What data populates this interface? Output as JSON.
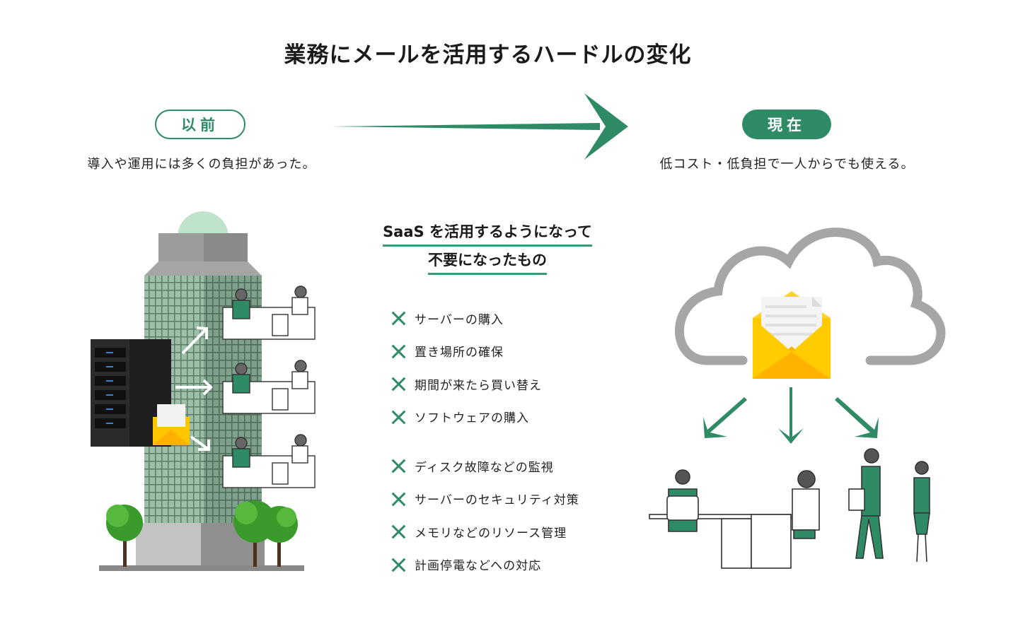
{
  "title": "業務にメールを活用するハードルの変化",
  "before": {
    "label": "以前",
    "caption": "導入や運用には多くの負担があった。"
  },
  "now": {
    "label": "現在",
    "caption": "低コスト・低負担で一人からでも使える。"
  },
  "saas_heading": {
    "line1": "SaaS を活用するようになって",
    "line2": "不要になったもの"
  },
  "unnecessary_items_group1": [
    "サーバーの購入",
    "置き場所の確保",
    "期間が来たら買い替え",
    "ソフトウェアの購入"
  ],
  "unnecessary_items_group2": [
    "ディスク故障などの監視",
    "サーバーのセキュリティ対策",
    "メモリなどのリソース管理",
    "計画停電などへの対応"
  ],
  "icons": {
    "list_marker": "x-icon",
    "transition_arrow": "arrow-right-icon",
    "before_illustration": "office-building-server-icon",
    "now_illustration": "cloud-email-icon"
  },
  "colors": {
    "accent_green": "#2f8a66",
    "envelope_yellow": "#ffc700",
    "cloud_gray": "#a6a6a6",
    "building_green": "#8fb59d"
  }
}
